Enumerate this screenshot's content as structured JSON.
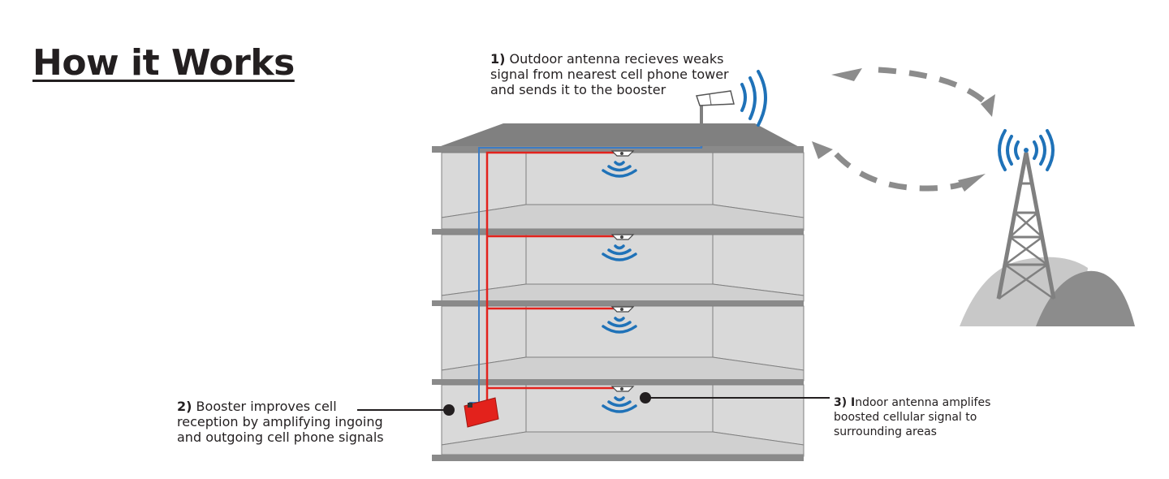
{
  "title": "How it Works",
  "steps": [
    {
      "number": "1)",
      "lines": [
        "Outdoor antenna recieves weaks",
        "signal from nearest cell phone tower",
        "and sends it to the booster"
      ]
    },
    {
      "number": "2)",
      "lines": [
        "Booster improves cell",
        "reception by amplifying ingoing",
        "and outgoing cell phone signals"
      ]
    },
    {
      "number": "3) I",
      "lines": [
        "ndoor antenna amplifes",
        "boosted cellular signal to",
        "surrounding areas"
      ]
    }
  ],
  "colors": {
    "building_fill": "#d9d9d9",
    "building_edge": "#808080",
    "floor_slab": "#8a8a8a",
    "cable_outdoor": "#3d7cc4",
    "cable_indoor": "#e3221c",
    "booster": "#e3221c",
    "signal_waves": "#1f72b8",
    "dashed_arrows": "#8c8c8c",
    "hill_light": "#c8c8c8",
    "hill_dark": "#8c8c8c",
    "tower": "#808080"
  },
  "icons": [
    "outdoor-antenna-icon",
    "booster-icon",
    "indoor-antenna-icon",
    "signal-waves-icon",
    "cell-tower-icon",
    "dashed-arrow-icon"
  ]
}
